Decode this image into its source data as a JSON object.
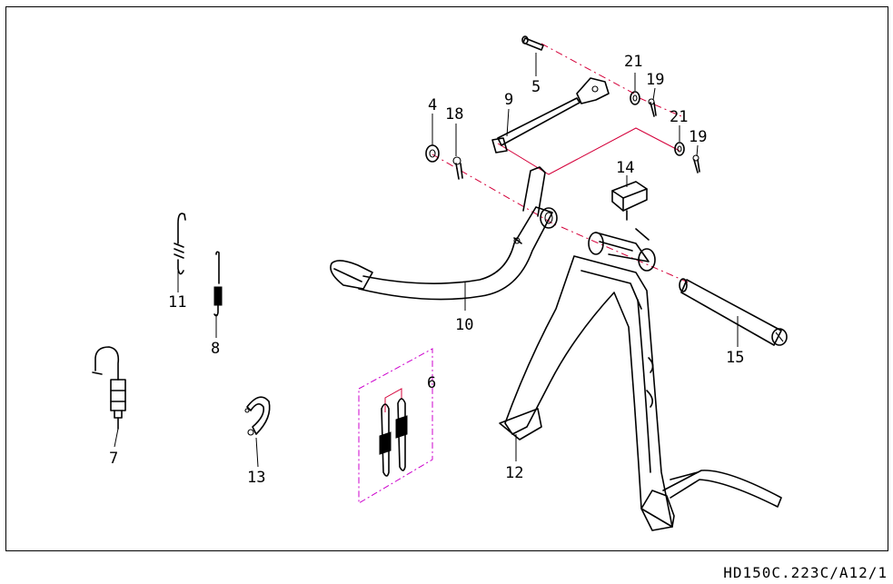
{
  "callouts": [
    {
      "id": "c4",
      "text": "4"
    },
    {
      "id": "c5",
      "text": "5"
    },
    {
      "id": "c6",
      "text": "6"
    },
    {
      "id": "c7",
      "text": "7"
    },
    {
      "id": "c8",
      "text": "8"
    },
    {
      "id": "c9",
      "text": "9"
    },
    {
      "id": "c10",
      "text": "10"
    },
    {
      "id": "c11",
      "text": "11"
    },
    {
      "id": "c12",
      "text": "12"
    },
    {
      "id": "c13",
      "text": "13"
    },
    {
      "id": "c14",
      "text": "14"
    },
    {
      "id": "c15",
      "text": "15"
    },
    {
      "id": "c18",
      "text": "18"
    },
    {
      "id": "c19a",
      "text": "19"
    },
    {
      "id": "c19b",
      "text": "19"
    },
    {
      "id": "c21a",
      "text": "21"
    },
    {
      "id": "c21b",
      "text": "21"
    }
  ],
  "doc_code": "HD150C.223C/A12/1",
  "colors": {
    "line": "#000000",
    "reference_line": "#d4003a",
    "group_box": "#cc00cc"
  }
}
